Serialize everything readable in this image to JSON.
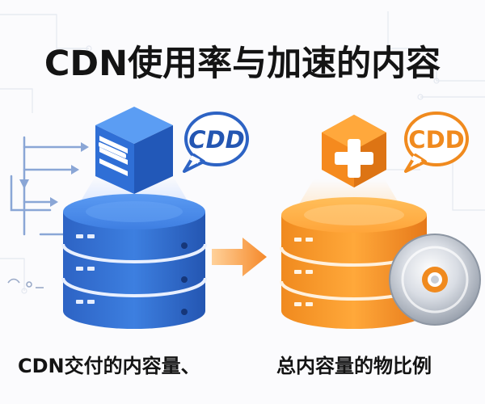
{
  "title": "CDN使用率与加速的内容",
  "caption_left": "CDN交付的内容量、",
  "caption_right": "总内容量的物比例",
  "left_bubble_text": "CDD",
  "right_bubble_text": "CDD",
  "colors": {
    "blue": "#2f6fd6",
    "blue_light": "#4a8bec",
    "blue_dark": "#1f4fa8",
    "orange": "#f5962a",
    "orange_light": "#ffb24a",
    "orange_dark": "#d9731a",
    "arrow": "#f59a2e",
    "line": "#9fb6dc"
  }
}
